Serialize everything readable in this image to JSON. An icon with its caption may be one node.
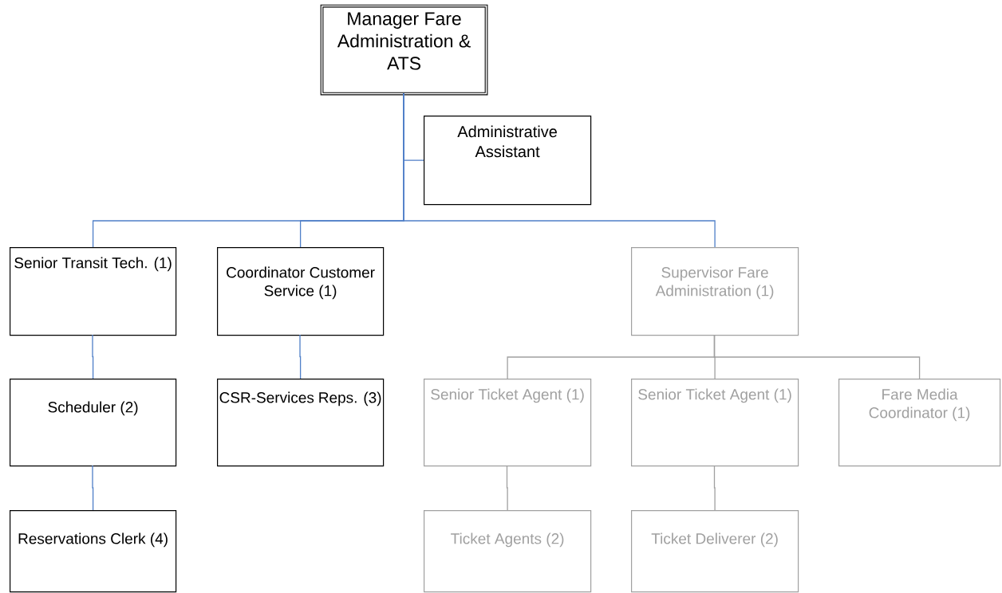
{
  "diagram": {
    "nodes": [
      {
        "text": [
          "Manager Fare Administration & ATS"
        ]
      },
      {
        "text": [
          "Administrative Assistant"
        ]
      },
      {
        "text": [
          "Senior Transit Tech. (1)"
        ]
      },
      {
        "text": [
          "Coordinator Customer Service (1)"
        ]
      },
      {
        "text": [
          "Supervisor Fare Administration (1)"
        ]
      },
      {
        "text": [
          "Scheduler (2)"
        ]
      },
      {
        "text": [
          "CSR-Services Reps. (3)"
        ]
      },
      {
        "text": [
          "Senior Ticket Agent (1)"
        ]
      },
      {
        "text": [
          "Senior Ticket Agent (1)"
        ]
      },
      {
        "text": [
          "Fare Media Coordinator (1)"
        ]
      },
      {
        "text": [
          "Reservations Clerk (4)"
        ]
      },
      {
        "text": [
          "Ticket Agents (2)"
        ]
      },
      {
        "text": [
          "Ticket Deliverer (2)"
        ]
      }
    ],
    "edges": [
      {
        "from": 0,
        "to": 1,
        "arrow": "none"
      },
      {
        "from": 0,
        "to": 2,
        "arrow": "none"
      },
      {
        "from": 0,
        "to": 3,
        "arrow": "none"
      },
      {
        "from": 0,
        "to": 4,
        "arrow": "none"
      },
      {
        "from": 2,
        "to": 5,
        "arrow": "none"
      },
      {
        "from": 3,
        "to": 6,
        "arrow": "none"
      },
      {
        "from": 5,
        "to": 10,
        "arrow": "none"
      },
      {
        "from": 4,
        "to": 7,
        "arrow": "none",
        "color": "#a0a0a0"
      },
      {
        "from": 4,
        "to": 8,
        "arrow": "none",
        "color": "#a0a0a0"
      },
      {
        "from": 4,
        "to": 9,
        "arrow": "none",
        "color": "#a0a0a0"
      },
      {
        "from": 7,
        "to": 11,
        "arrow": "none",
        "color": "#a0a0a0"
      },
      {
        "from": 8,
        "to": 12,
        "arrow": "none",
        "color": "#a0a0a0"
      }
    ]
  }
}
